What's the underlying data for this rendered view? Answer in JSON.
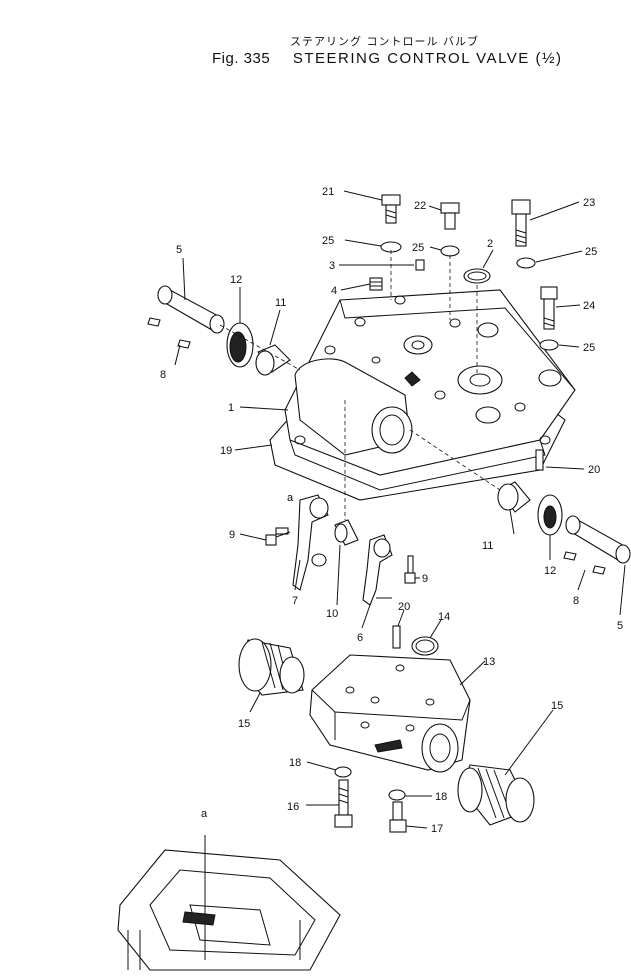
{
  "header": {
    "jp_title": "ステアリング コントロール バルブ",
    "fig_number": "Fig. 335",
    "fig_title": "STEERING CONTROL VALVE (½)"
  },
  "callouts": {
    "c1": "1",
    "c2": "2",
    "c3": "3",
    "c4": "4",
    "c5a": "5",
    "c5b": "5",
    "c6": "6",
    "c7": "7",
    "c8a": "8",
    "c8b": "8",
    "c9a": "9",
    "c9b": "9",
    "c10": "10",
    "c11a": "11",
    "c11b": "11",
    "c12a": "12",
    "c12b": "12",
    "c13": "13",
    "c14": "14",
    "c15a": "15",
    "c15b": "15",
    "c16": "16",
    "c17": "17",
    "c18a": "18",
    "c18b": "18",
    "c19": "19",
    "c20a": "20",
    "c20b": "20",
    "c21": "21",
    "c22": "22",
    "c23": "23",
    "c24": "24",
    "c25a": "25",
    "c25b": "25",
    "c25c": "25",
    "c25d": "25",
    "ref_a1": "a",
    "ref_a2": "a"
  }
}
